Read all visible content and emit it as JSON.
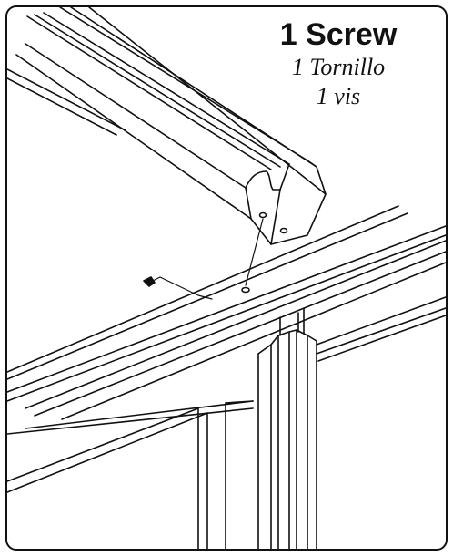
{
  "instruction": {
    "english": "1 Screw",
    "spanish": "1 Tornillo",
    "french": "1 vis"
  },
  "colors": {
    "line": "#111111",
    "background": "#ffffff"
  }
}
